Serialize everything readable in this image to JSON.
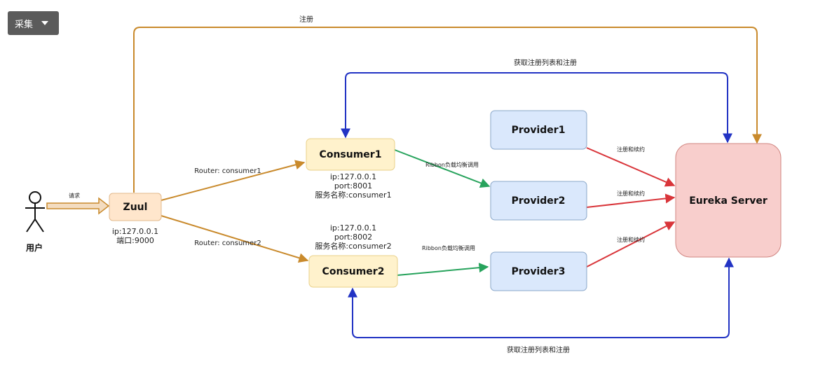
{
  "toolbar": {
    "collect_label": "采集"
  },
  "colors": {
    "register": "#c98a2c",
    "fetch": "#2233c4",
    "ribbon": "#27a35c",
    "renew": "#d9353a",
    "user_arrow_fill": "#f3dcc0",
    "consumer_fill": "#fff2cc",
    "consumer_stroke": "#e8d08a",
    "provider_fill": "#dae8fc",
    "provider_stroke": "#8aa7c9",
    "eureka_fill": "#f8cecc",
    "eureka_stroke": "#d08580",
    "zuul_fill": "#ffe6cc",
    "zuul_stroke": "#e2b98c"
  },
  "nodes": {
    "user": "用户",
    "zuul": "Zuul",
    "consumer1": "Consumer1",
    "consumer2": "Consumer2",
    "provider1": "Provider1",
    "provider2": "Provider2",
    "provider3": "Provider3",
    "eureka": "Eureka Server"
  },
  "info": {
    "zuul": [
      "ip:127.0.0.1",
      "端口:9000"
    ],
    "consumer1": [
      "ip:127.0.0.1",
      "port:8001",
      "服务名称:consumer1"
    ],
    "consumer2": [
      "ip:127.0.0.1",
      "port:8002",
      "服务名称:consumer2"
    ]
  },
  "edges": {
    "top_register": "注册",
    "fetch_top": "获取注册列表和注册",
    "fetch_bottom": "获取注册列表和注册",
    "request": "请求",
    "router1": "Router: consumer1",
    "router2": "Router: consumer2",
    "ribbon1": "Ribbon负载均衡调用",
    "ribbon2": "Ribbon负载均衡调用",
    "renew1": "注册和续约",
    "renew2": "注册和续约",
    "renew3": "注册和续约"
  }
}
